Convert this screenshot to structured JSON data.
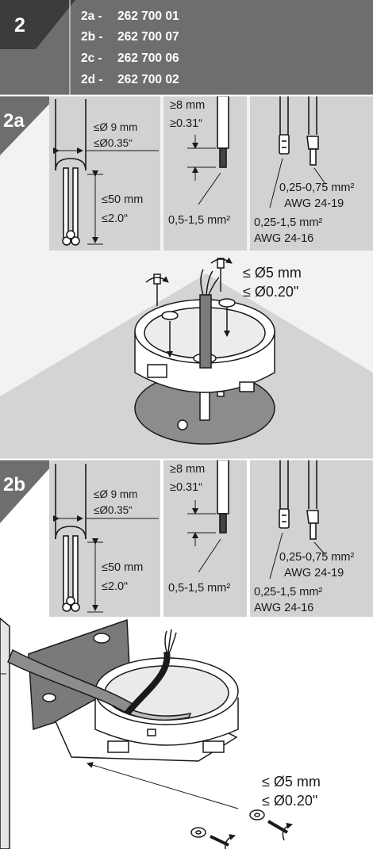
{
  "header": {
    "step_number": "2",
    "variants": [
      {
        "key": "2a -",
        "code": "262 700 01"
      },
      {
        "key": "2b -",
        "code": "262 700 07"
      },
      {
        "key": "2c -",
        "code": "262 700 06"
      },
      {
        "key": "2d -",
        "code": "262 700 02"
      }
    ]
  },
  "section_a": {
    "label": "2a",
    "cable_diameter_mm": "≤Ø 9 mm",
    "cable_diameter_in": "≤Ø0.35“",
    "strip_length_mm": "≤50 mm",
    "strip_length_in": "≤2.0“",
    "strip_wire_mm": "≥8 mm",
    "strip_wire_in": "≥0.31“",
    "solid_cross_section": "0,5-1,5 mm²",
    "ferrule_cross_section_1": "0,25-0,75 mm²",
    "ferrule_awg_1": "AWG 24-19",
    "ferrule_cross_section_2": "0,25-1,5 mm²",
    "ferrule_awg_2": "AWG 24-16",
    "screw_diameter_mm": "≤ Ø5 mm",
    "screw_diameter_in": "≤ Ø0.20\""
  },
  "section_b": {
    "label": "2b",
    "cable_diameter_mm": "≤Ø 9 mm",
    "cable_diameter_in": "≤Ø0.35“",
    "strip_length_mm": "≤50 mm",
    "strip_length_in": "≤2.0“",
    "strip_wire_mm": "≥8 mm",
    "strip_wire_in": "≥0.31“",
    "solid_cross_section": "0,5-1,5 mm²",
    "ferrule_cross_section_1": "0,25-0,75 mm²",
    "ferrule_awg_1": "AWG 24-19",
    "ferrule_cross_section_2": "0,25-1,5 mm²",
    "ferrule_awg_2": "AWG 24-16",
    "screw_diameter_mm": "≤ Ø5 mm",
    "screw_diameter_in": "≤ Ø0.20\""
  },
  "colors": {
    "header_bg": "#6e6e6e",
    "panel_bg": "#d2d2d2",
    "section_bg": "#f0f0f0",
    "line": "#1a1a1a"
  }
}
